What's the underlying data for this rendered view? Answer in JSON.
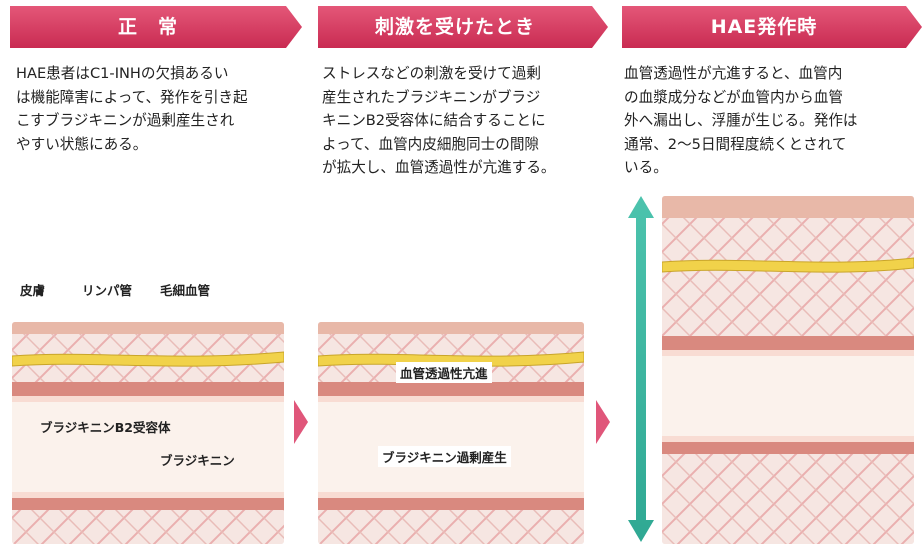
{
  "columns": [
    {
      "header": "正　常",
      "description": [
        "HAE患者はC1-INHの欠損あるい",
        "は機能障害によって、発作を引き起",
        "こすブラジキニンが過剰産生され",
        "やすい状態にある。"
      ]
    },
    {
      "header": "刺激を受けたとき",
      "description": [
        "ストレスなどの刺激を受けて過剰",
        "産生されたブラジキニンがブラジ",
        "キニンB2受容体に結合することに",
        "よって、血管内皮細胞同士の間隙",
        "が拡大し、血管透過性が亢進する。"
      ]
    },
    {
      "header": "HAE発作時",
      "description": [
        "血管透過性が亢進すると、血管内",
        "の血漿成分などが血管内から血管",
        "外へ漏出し、浮腫が生じる。発作は",
        "通常、2〜5日間程度続くとされて",
        "いる。"
      ]
    }
  ],
  "labels": {
    "skin": "皮膚",
    "lymph": "リンパ管",
    "capillary": "毛細血管",
    "receptor": "ブラジキニンB2受容体",
    "bradykinin": "ブラジキニン",
    "permeability": "血管透過性亢進",
    "overproduction": "ブラジキニン過剰産生"
  },
  "colors": {
    "header": "#d63a5e",
    "header_dark": "#c42c52",
    "arrow_panel": "#e0567a",
    "teal_arrow": "#3db8a4",
    "lymph": "#f1d24a",
    "vessel": "#d9897f",
    "receptor": "#6a4a8c",
    "bradykinin": "#e8d14a"
  },
  "icons": [
    "chevron-right-icon",
    "double-arrow-icon"
  ]
}
